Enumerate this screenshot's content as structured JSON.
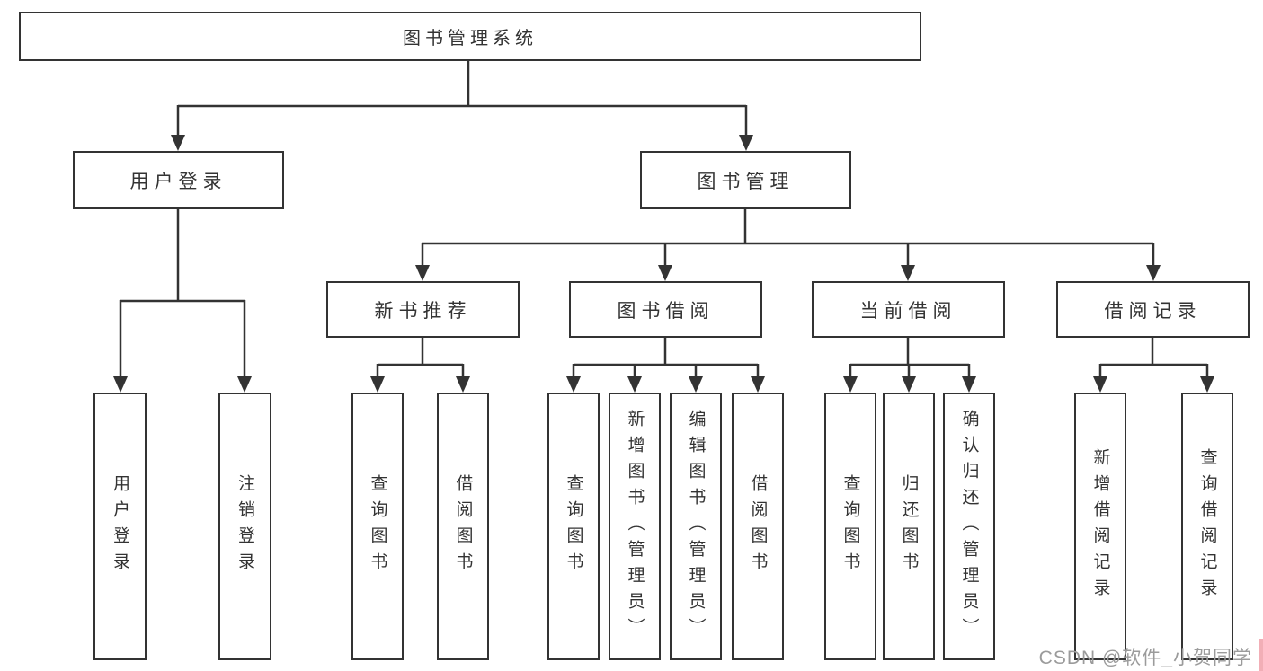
{
  "nodes": {
    "root": {
      "label": "图书管理系统"
    },
    "level2": [
      {
        "label": "用户登录"
      },
      {
        "label": "图书管理"
      }
    ],
    "level3": [
      {
        "label": "新书推荐",
        "parent": "图书管理"
      },
      {
        "label": "图书借阅",
        "parent": "图书管理"
      },
      {
        "label": "当前借阅",
        "parent": "图书管理"
      },
      {
        "label": "借阅记录",
        "parent": "图书管理"
      }
    ],
    "leaves": [
      {
        "label": "用户登录",
        "parent": "用户登录"
      },
      {
        "label": "注销登录",
        "parent": "用户登录"
      },
      {
        "label": "查询图书",
        "parent": "新书推荐"
      },
      {
        "label": "借阅图书",
        "parent": "新书推荐"
      },
      {
        "label": "查询图书",
        "parent": "图书借阅"
      },
      {
        "label": "新增图书（管理员）",
        "parent": "图书借阅"
      },
      {
        "label": "编辑图书（管理员）",
        "parent": "图书借阅"
      },
      {
        "label": "借阅图书",
        "parent": "图书借阅"
      },
      {
        "label": "查询图书",
        "parent": "当前借阅"
      },
      {
        "label": "归还图书",
        "parent": "当前借阅"
      },
      {
        "label": "确认归还（管理员）",
        "parent": "当前借阅"
      },
      {
        "label": "新增借阅记录",
        "parent": "借阅记录"
      },
      {
        "label": "查询借阅记录",
        "parent": "借阅记录"
      }
    ]
  },
  "watermark": {
    "text": "CSDN @软件_小贺同学"
  },
  "colors": {
    "line": "#333333",
    "box_border": "#333333",
    "text": "#333333",
    "background": "#ffffff",
    "watermark_text": "#9b9b9b",
    "watermark_accent": "#f2aeb6"
  }
}
